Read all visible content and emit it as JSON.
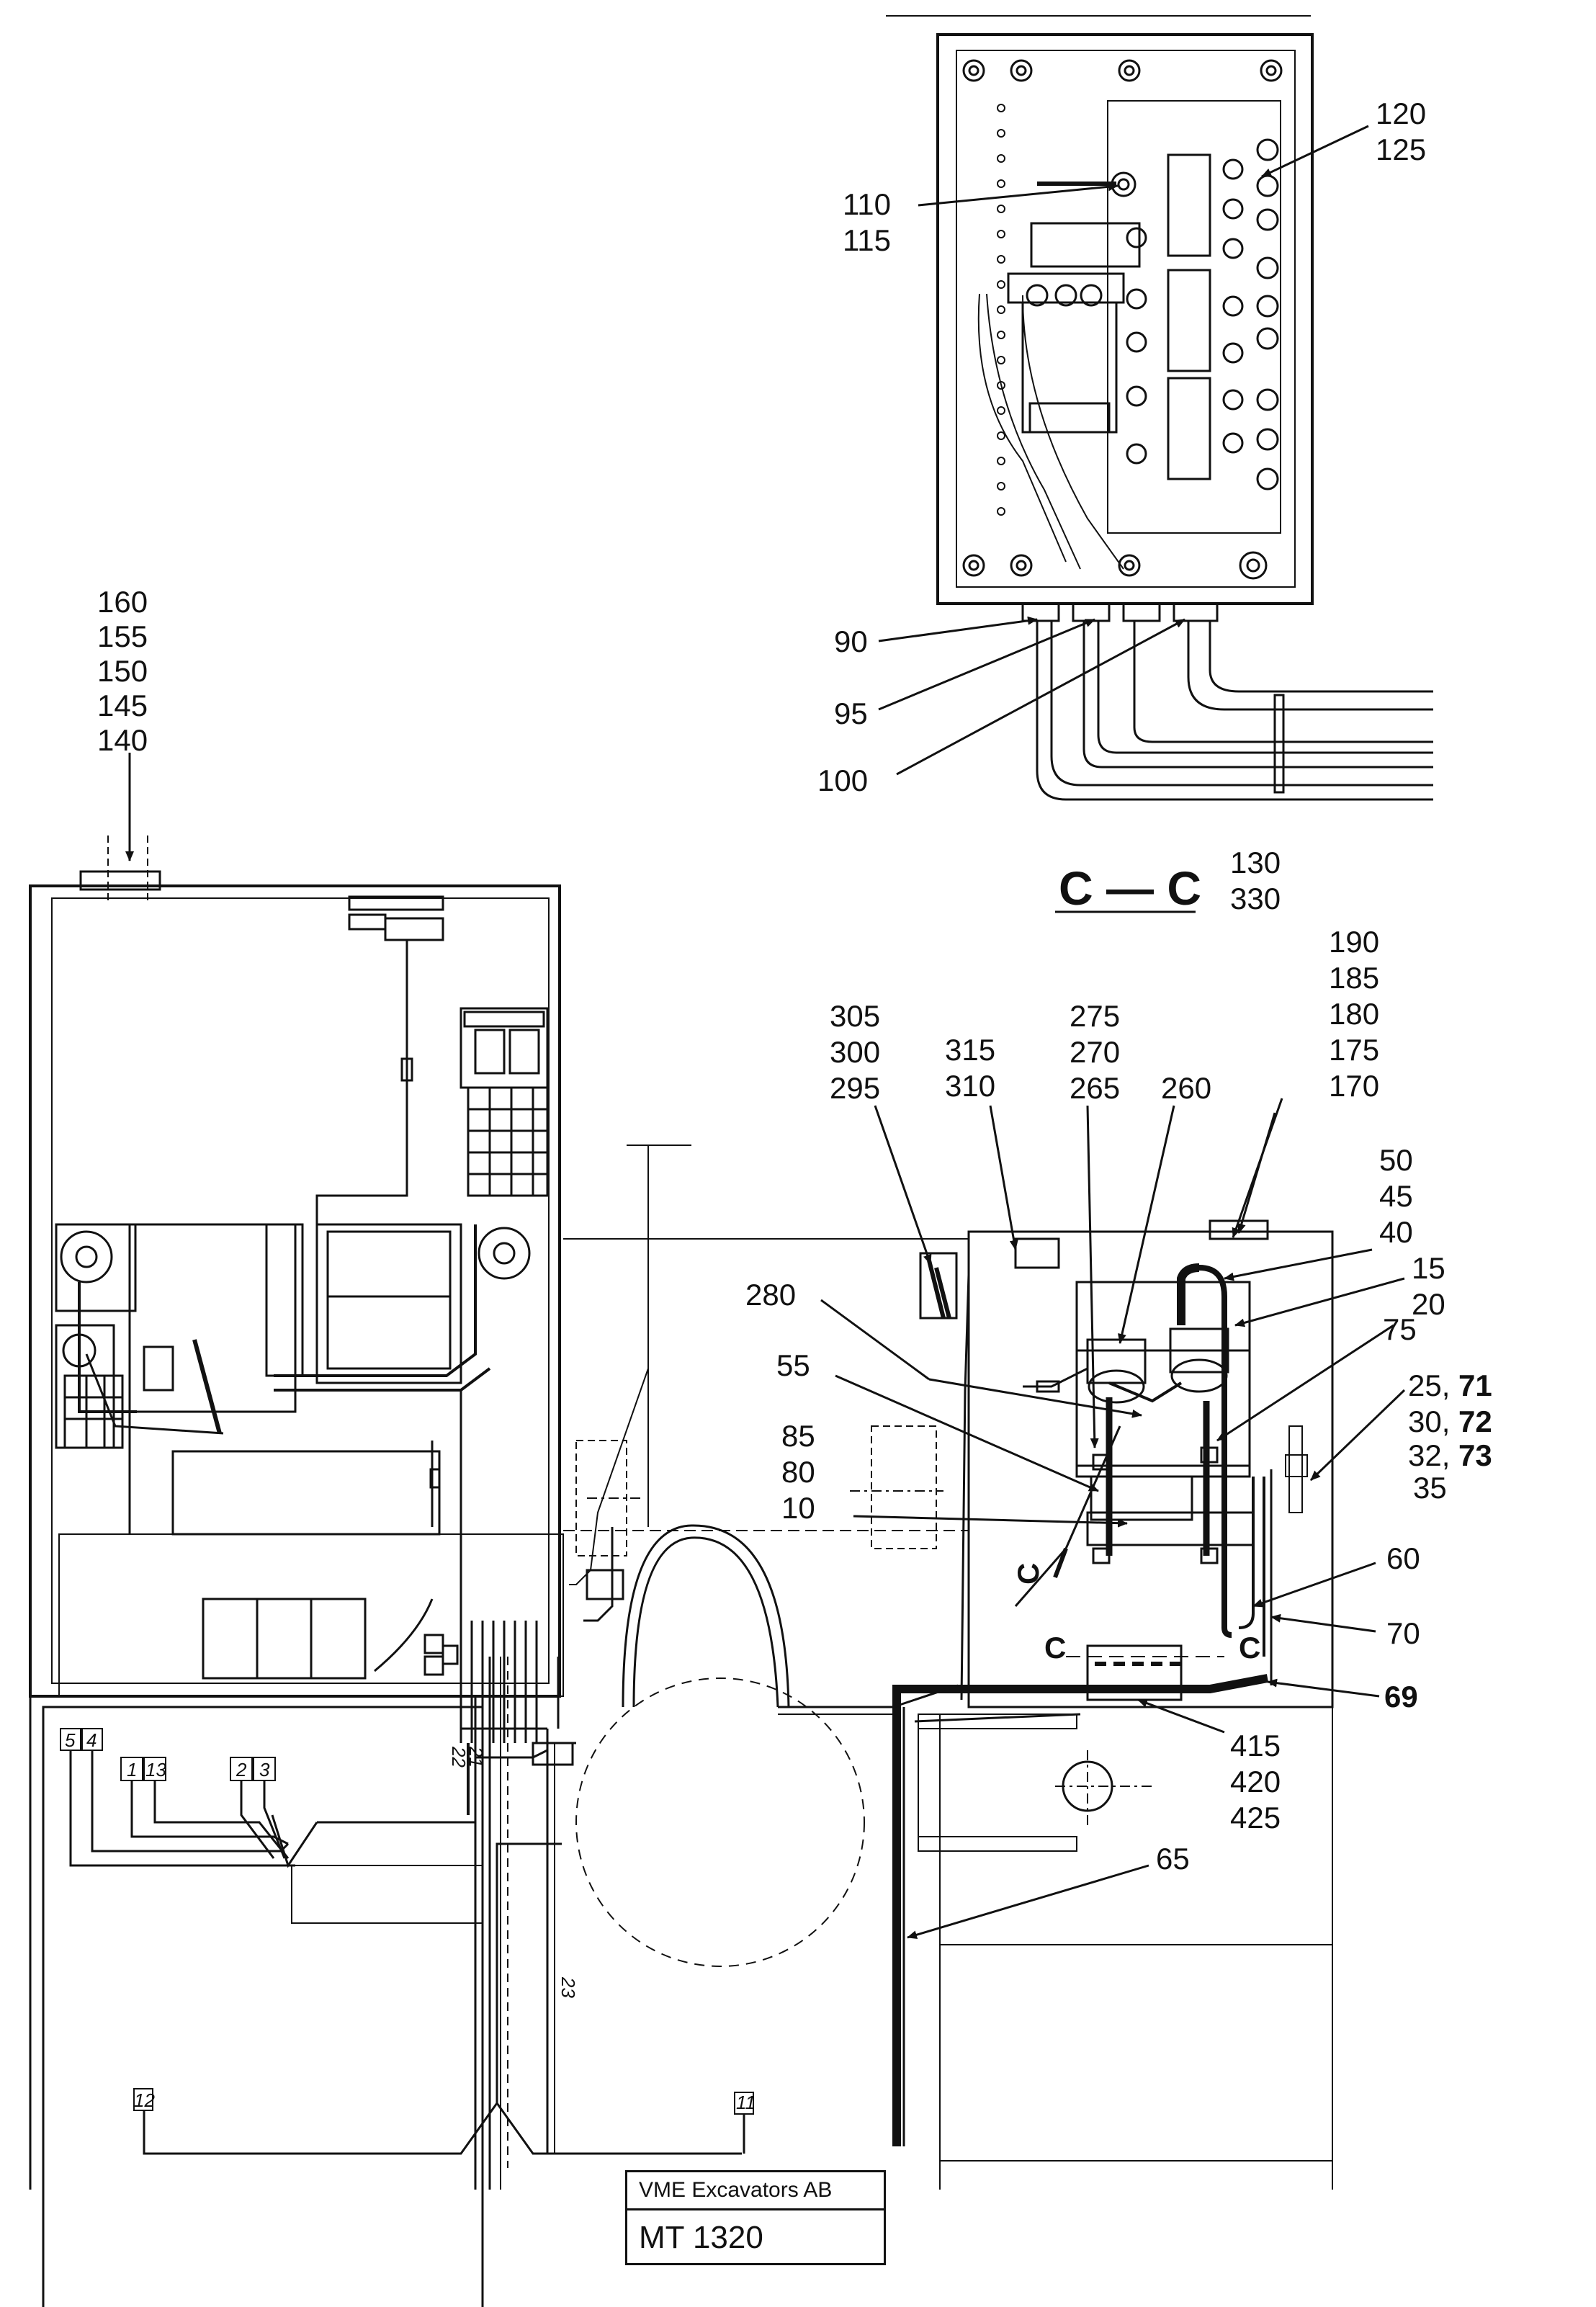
{
  "section_title": "C — C",
  "callouts": {
    "c120": [
      "120",
      "125"
    ],
    "c110": [
      "110",
      "115"
    ],
    "c90": [
      "90"
    ],
    "c95": [
      "95"
    ],
    "c100": [
      "100"
    ],
    "c130": [
      "130",
      "330"
    ],
    "c160": [
      "160",
      "155",
      "150",
      "145",
      "140"
    ],
    "c305": [
      "305",
      "300",
      "295"
    ],
    "c315": [
      "315",
      "310"
    ],
    "c275": [
      "275",
      "270",
      "265"
    ],
    "c260": [
      "260"
    ],
    "c190": [
      "190",
      "185",
      "180",
      "175",
      "170"
    ],
    "c50": [
      "50",
      "45",
      "40"
    ],
    "c15": [
      "15",
      "20"
    ],
    "c280": [
      "280"
    ],
    "c55": [
      "55"
    ],
    "c75": [
      "75"
    ],
    "c25": [
      "25,",
      "30,",
      "32,",
      "35"
    ],
    "c25b": [
      "71",
      "72",
      "73"
    ],
    "c85": [
      "85",
      "80",
      "10"
    ],
    "c60": [
      "60"
    ],
    "c70": [
      "70"
    ],
    "c69": [
      "69"
    ],
    "c415": [
      "415",
      "420",
      "425"
    ],
    "c65": [
      "65"
    ]
  },
  "wire_marks": {
    "b5": "5",
    "b4": "4",
    "b1": "1",
    "b13": "13",
    "b2": "2",
    "b3": "3",
    "w21": "21",
    "w22": "22",
    "w23": "23",
    "w12": "12",
    "w11": "11",
    "cmark": "C"
  },
  "title_block": {
    "company": "VME Excavators AB",
    "code": "MT 1320"
  }
}
